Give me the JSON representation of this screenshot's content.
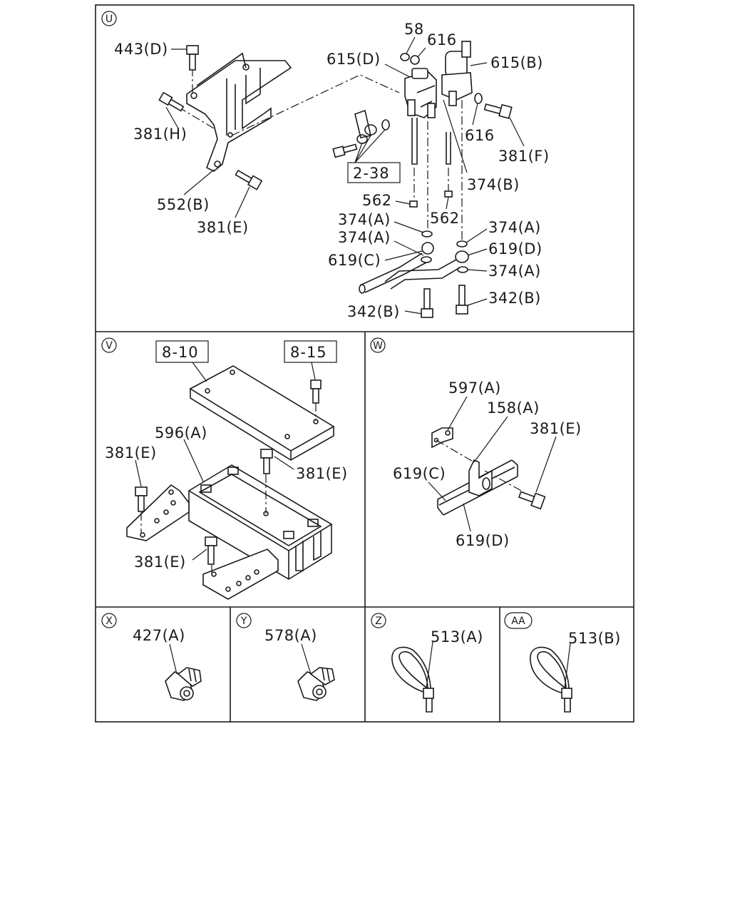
{
  "sections": {
    "U": {
      "marker": "U",
      "labels": [
        "443(D)",
        "381(H)",
        "552(B)",
        "381(E)",
        "58",
        "616",
        "615(D)",
        "615(B)",
        "616",
        "381(F)",
        "374(B)",
        "562",
        "562",
        "374(A)",
        "374(A)",
        "374(A)",
        "619(C)",
        "619(D)",
        "374(A)",
        "342(B)",
        "342(B)"
      ],
      "ref": "2-38"
    },
    "V": {
      "marker": "V",
      "labels": [
        "596(A)",
        "381(E)",
        "381(E)",
        "381(E)"
      ],
      "refs": [
        "8-10",
        "8-15"
      ]
    },
    "W": {
      "marker": "W",
      "labels": [
        "597(A)",
        "158(A)",
        "381(E)",
        "619(C)",
        "619(D)"
      ]
    },
    "X": {
      "marker": "X",
      "label": "427(A)"
    },
    "Y": {
      "marker": "Y",
      "label": "578(A)"
    },
    "Z": {
      "marker": "Z",
      "label": "513(A)"
    },
    "AA": {
      "marker": "AA",
      "label": "513(B)"
    }
  }
}
